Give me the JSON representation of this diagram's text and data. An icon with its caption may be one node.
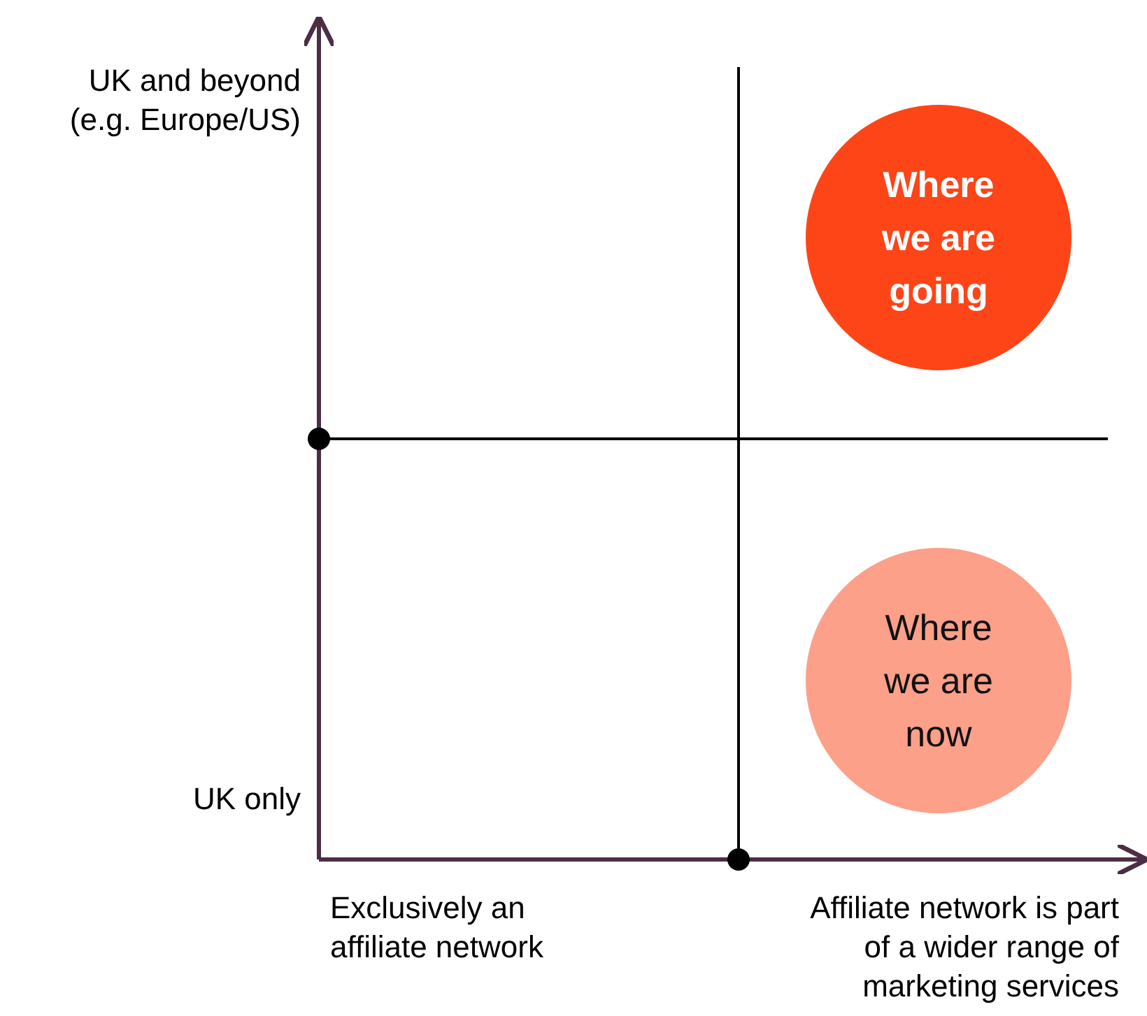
{
  "diagram": {
    "nodes": [
      {
        "text": [
          "Where we are going"
        ]
      },
      {
        "text": [
          "Where we are now"
        ]
      }
    ],
    "labels": [
      "UK and beyond (e.g. Europe/US)",
      "UK only",
      "Exclusively an affiliate network",
      "Affiliate network is part of a wider range of marketing services"
    ]
  }
}
